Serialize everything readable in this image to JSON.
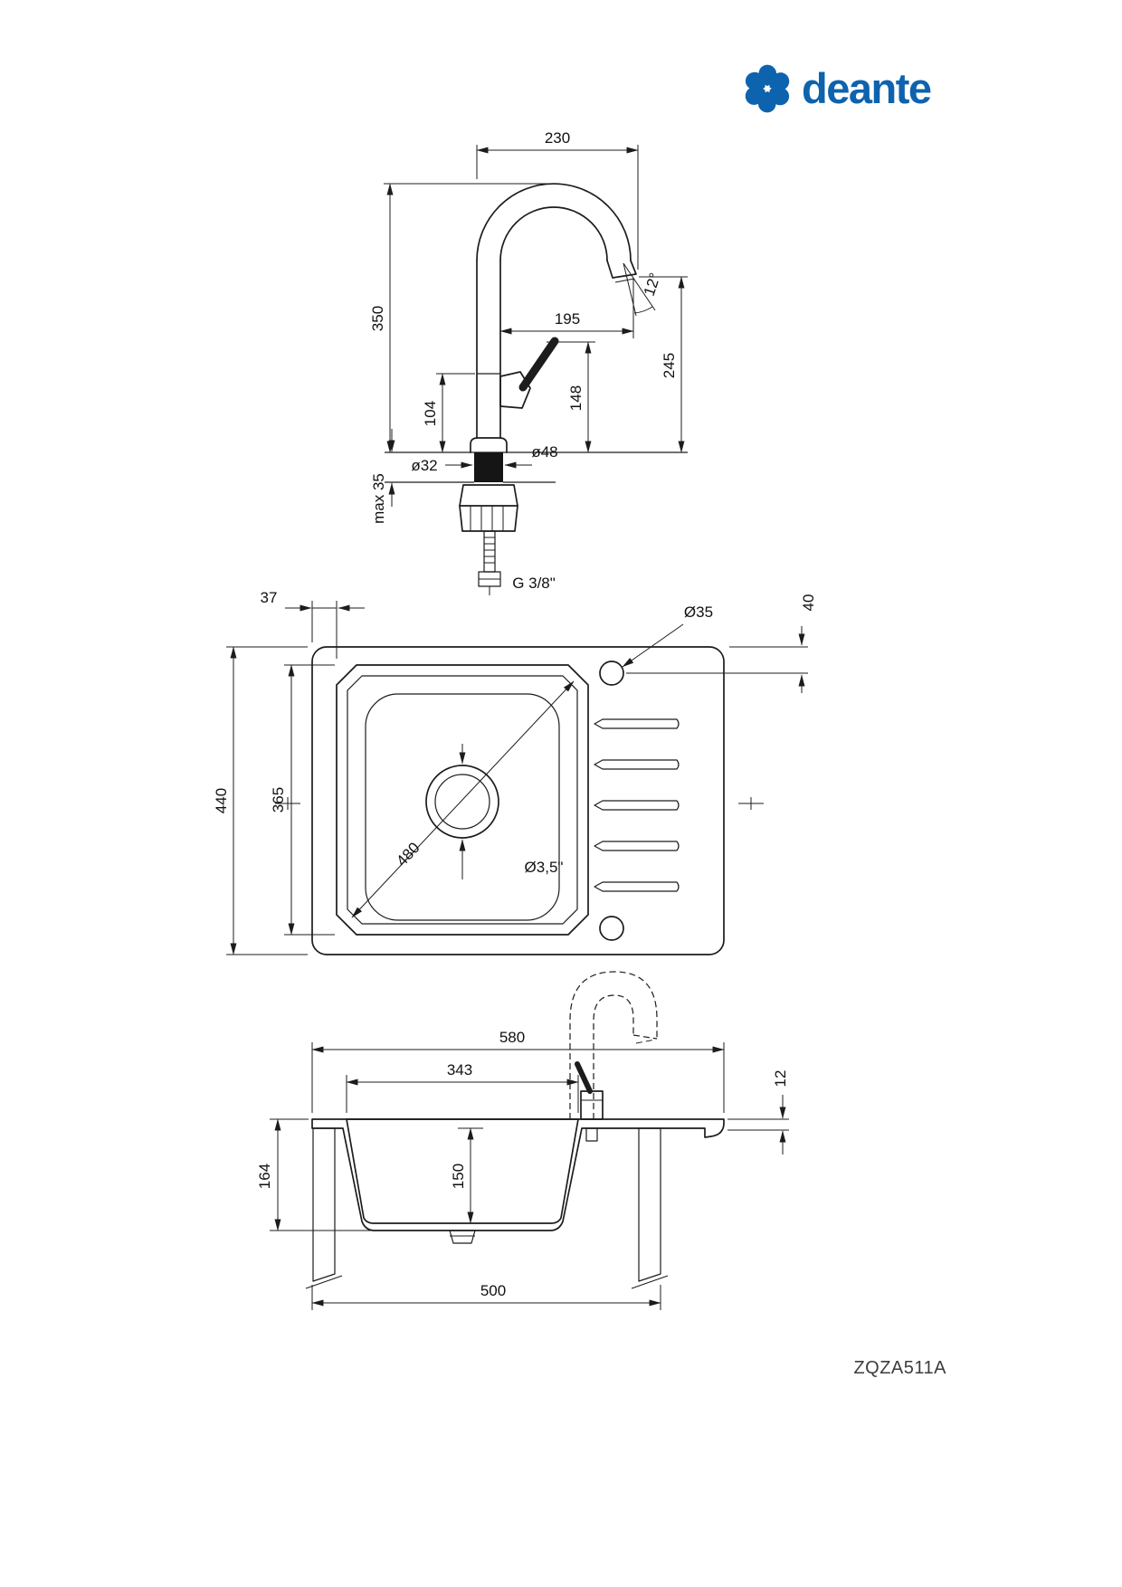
{
  "brand": {
    "name": "deante",
    "color": "#0d63ad"
  },
  "model": "ZQZA511A",
  "faucet_view": {
    "width": "230",
    "height": "350",
    "reach": "195",
    "handle_height": "148",
    "body_height": "104",
    "spout_height": "245",
    "spout_angle": "12°",
    "hole_diameter": "ø32",
    "base_diameter": "ø48",
    "max_counter": "max 35",
    "connection": "G 3/8\""
  },
  "top_view": {
    "edge_offset": "37",
    "tap_hole": "Ø35",
    "tap_hole_offset": "40",
    "depth": "440",
    "bowl_depth": "365",
    "diagonal": "480",
    "drain": "Ø3,5\""
  },
  "section_view": {
    "width": "580",
    "bowl_width": "343",
    "rim_height": "12",
    "depth": "164",
    "bowl_inner_depth": "150",
    "cabinet_width": "500"
  }
}
